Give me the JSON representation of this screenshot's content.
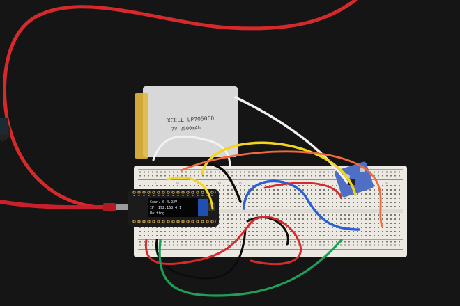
{
  "scene": {
    "background_color": "#151515",
    "battery": {
      "label_line1": "XCELL LP705060",
      "label_line2": "7V 2500mAh",
      "color": "#d8d8d8",
      "kapton_color": "#e6b840"
    },
    "oled": {
      "line1": "Conn. 0    4.22V",
      "line2": "IP: 192.168.4.1",
      "line3": "Waiting..."
    },
    "breadboard": {
      "color": "#ece9e2",
      "rail_red": "#d84b3f",
      "rail_blue": "#3060c0",
      "column_numbers": [
        "5",
        "10",
        "15",
        "20",
        "25",
        "30",
        "35",
        "40",
        "45",
        "50",
        "55",
        "60"
      ]
    },
    "sensor_module": {
      "color": "#4f6fc4"
    },
    "wire_colors": {
      "red": "#d62a2a",
      "usb_red": "#c8202c",
      "white": "#f2f2f2",
      "yellow": "#f2d51c",
      "blue": "#2b5fd6",
      "black": "#0c0c0c",
      "green": "#1f9e5a",
      "orange": "#f06a3c"
    }
  }
}
